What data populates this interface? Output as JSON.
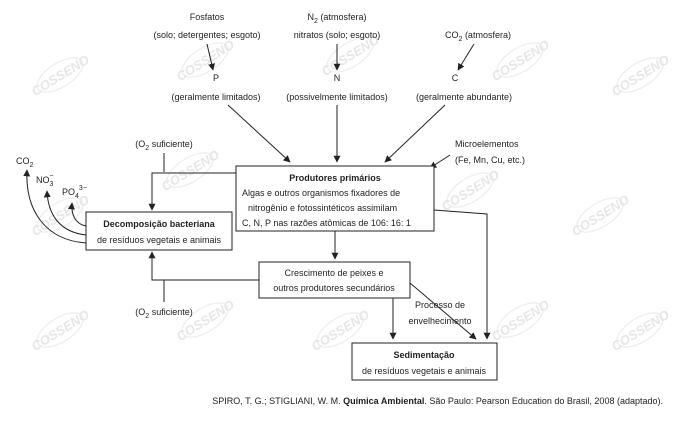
{
  "watermark": {
    "text": "COSSENO"
  },
  "sources": {
    "fosfatos": {
      "title": "Fosfatos",
      "detail": "(solo; detergentes; esgoto)",
      "element": "P",
      "status": "(geralmente limitados)"
    },
    "nitrogenio": {
      "title_main": "N",
      "title_sub": "2",
      "title_rest": " (atmosfera)",
      "detail": "nitratos (solo; esgoto)",
      "element": "N",
      "status": "(possivelmente limitados)"
    },
    "carbono": {
      "title_main": "CO",
      "title_sub": "2",
      "title_rest": " (atmosfera)",
      "element": "C",
      "status": "(geralmente abundante)"
    }
  },
  "microelementos": {
    "title": "Microelementos",
    "detail": "(Fe, Mn, Cu, etc.)"
  },
  "produtores": {
    "title": "Produtores primários",
    "line1": "Algas e outros organismos fixadores de",
    "line2": "nitrogênio e fotossintéticos assimilam",
    "line3": "C, N, P nas razões atômicas de 106: 16: 1"
  },
  "decomposicao": {
    "title": "Decomposição bacteriana",
    "detail": "de resíduos vegetais e animais"
  },
  "crescimento": {
    "line1": "Crescimento de peixes e",
    "line2": "outros produtores secundários"
  },
  "oxigenio": {
    "top_pre": "(O",
    "top_sub": "2",
    "top_post": " suficiente)",
    "bottom_pre": "(O",
    "bottom_sub": "2",
    "bottom_post": " suficiente)"
  },
  "produtos": {
    "co2_main": "CO",
    "co2_sub": "2",
    "no3_main": "NO",
    "no3_sub": "3",
    "no3_sup": "−",
    "po4_main": "PO",
    "po4_sub": "4",
    "po4_sup": "3−"
  },
  "envelhecimento": {
    "line1": "Processo de",
    "line2": "envelhecimento"
  },
  "sedimentacao": {
    "title": "Sedimentação",
    "detail": "de resíduos vegetais e animais"
  },
  "citation": {
    "prefix": "SPIRO, T. G.; STIGLIANI, W. M. ",
    "book": "Química Ambiental",
    "suffix": ". São Paulo: Pearson Education do Brasil, 2008 (adaptado)."
  }
}
